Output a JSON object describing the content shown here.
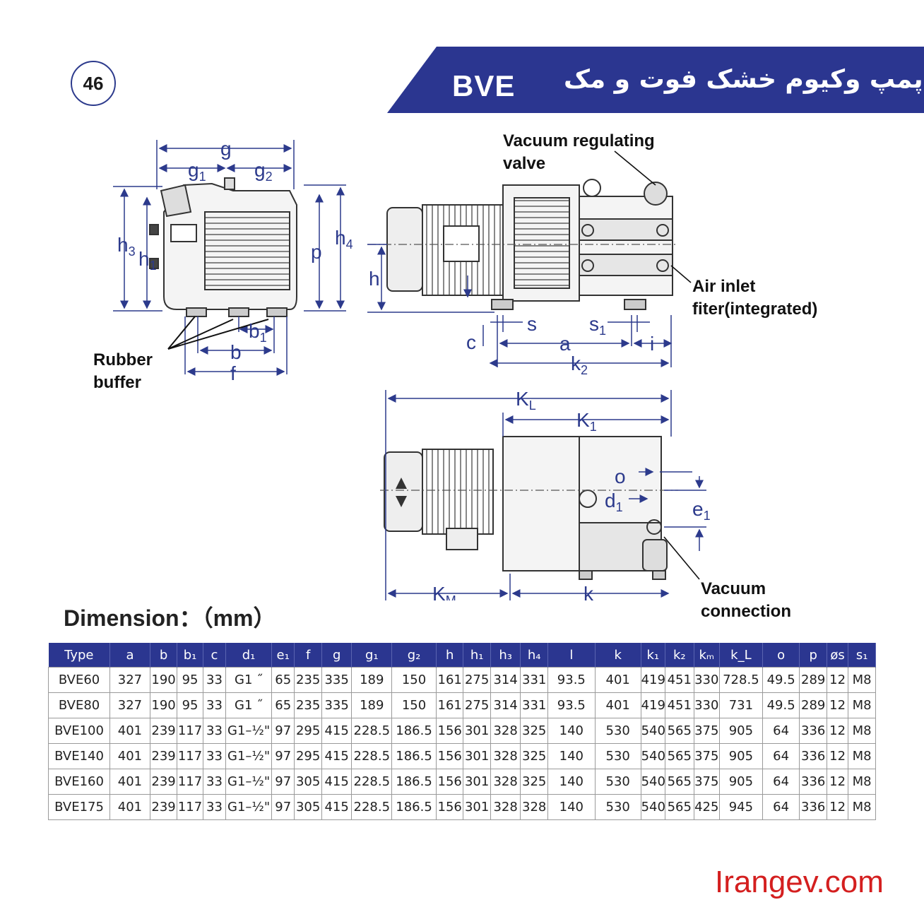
{
  "page": {
    "number": "46"
  },
  "header": {
    "code": "BVE",
    "title": "پمپ وکیوم خشک فوت و مک",
    "banner_color": "#2b3690"
  },
  "callouts": {
    "vacuum_regulating_valve_1": "Vacuum regulating",
    "vacuum_regulating_valve_2": "valve",
    "air_inlet_1": "Air inlet",
    "air_inlet_2": "fiter(integrated)",
    "rubber_buffer_1": "Rubber",
    "rubber_buffer_2": "buffer",
    "vacuum_connection_1": "Vacuum",
    "vacuum_connection_2": "connection"
  },
  "dimension_labels": {
    "g": "g",
    "g1": "g",
    "g2": "g",
    "h3": "h",
    "h1": "h",
    "p": "p",
    "h4": "h",
    "h": "h",
    "b1": "b",
    "b": "b",
    "f": "f",
    "c": "c",
    "s": "s",
    "s1": "s",
    "a": "a",
    "i": "i",
    "k2": "k",
    "KL": "K",
    "K1": "K",
    "o": "o",
    "d1": "d",
    "e1": "e",
    "KM": "K",
    "k": "k",
    "sub_1": "1",
    "sub_2": "2",
    "sub_3": "3",
    "sub_4": "4",
    "sub_L": "L",
    "sub_M": "M"
  },
  "section_title": "Dimension：（mm）",
  "table": {
    "headers": [
      "Type",
      "a",
      "b",
      "b₁",
      "c",
      "d₁",
      "e₁",
      "f",
      "g",
      "g₁",
      "g₂",
      "h",
      "h₁",
      "h₃",
      "h₄",
      "l",
      "k",
      "k₁",
      "k₂",
      "kₘ",
      "k_L",
      "o",
      "p",
      "øs",
      "s₁"
    ],
    "rows": [
      [
        "BVE60",
        "327",
        "190",
        "95",
        "33",
        "G1  ˝",
        "65",
        "235",
        "335",
        "189",
        "150",
        "161",
        "275",
        "314",
        "331",
        "93.5",
        "401",
        "419",
        "451",
        "330",
        "728.5",
        "49.5",
        "289",
        "12",
        "M8"
      ],
      [
        "BVE80",
        "327",
        "190",
        "95",
        "33",
        "G1  ˝",
        "65",
        "235",
        "335",
        "189",
        "150",
        "161",
        "275",
        "314",
        "331",
        "93.5",
        "401",
        "419",
        "451",
        "330",
        "731",
        "49.5",
        "289",
        "12",
        "M8"
      ],
      [
        "BVE100",
        "401",
        "239",
        "117",
        "33",
        "G1–½\"",
        "97",
        "295",
        "415",
        "228.5",
        "186.5",
        "156",
        "301",
        "328",
        "325",
        "140",
        "530",
        "540",
        "565",
        "375",
        "905",
        "64",
        "336",
        "12",
        "M8"
      ],
      [
        "BVE140",
        "401",
        "239",
        "117",
        "33",
        "G1–½\"",
        "97",
        "295",
        "415",
        "228.5",
        "186.5",
        "156",
        "301",
        "328",
        "325",
        "140",
        "530",
        "540",
        "565",
        "375",
        "905",
        "64",
        "336",
        "12",
        "M8"
      ],
      [
        "BVE160",
        "401",
        "239",
        "117",
        "33",
        "G1–½\"",
        "97",
        "305",
        "415",
        "228.5",
        "186.5",
        "156",
        "301",
        "328",
        "325",
        "140",
        "530",
        "540",
        "565",
        "375",
        "905",
        "64",
        "336",
        "12",
        "M8"
      ],
      [
        "BVE175",
        "401",
        "239",
        "117",
        "33",
        "G1–½\"",
        "97",
        "305",
        "415",
        "228.5",
        "186.5",
        "156",
        "301",
        "328",
        "328",
        "140",
        "530",
        "540",
        "565",
        "425",
        "945",
        "64",
        "336",
        "12",
        "M8"
      ]
    ]
  },
  "watermark": "Irangev.com"
}
